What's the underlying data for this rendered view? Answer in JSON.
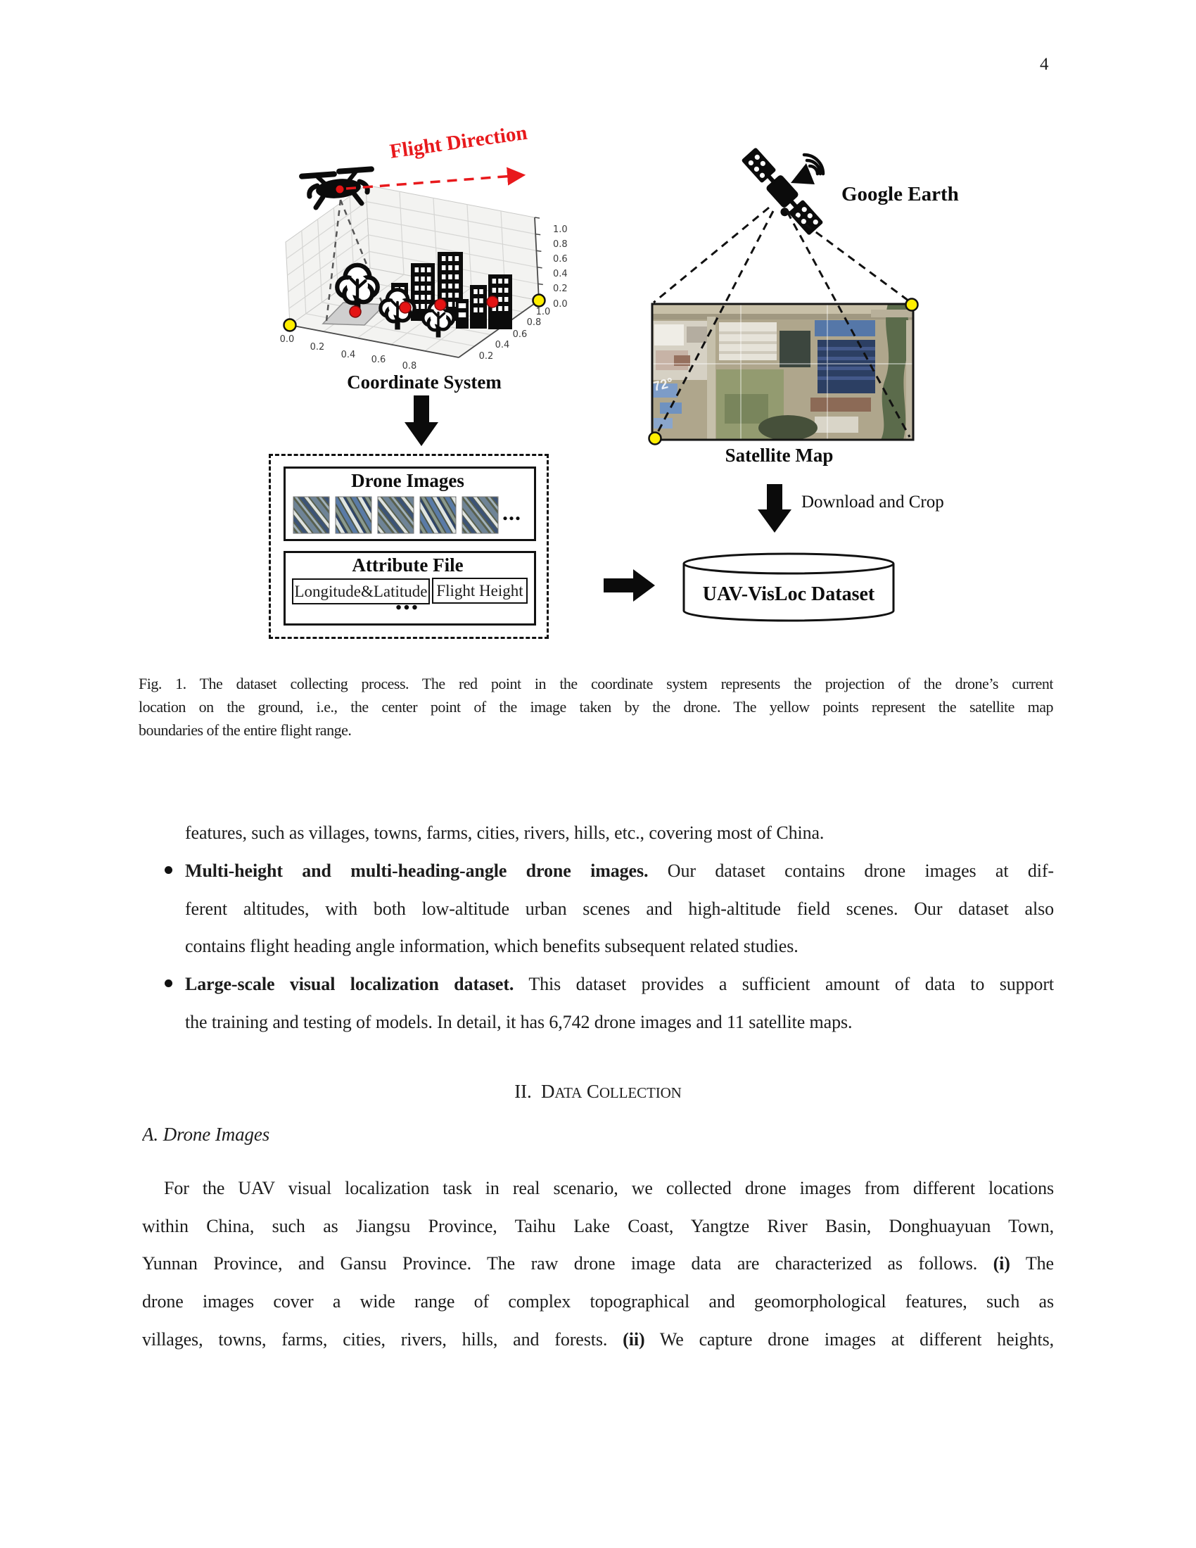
{
  "page_number": "4",
  "figure": {
    "flight_direction": "Flight Direction",
    "coordinate_system": "Coordinate System",
    "google_earth": "Google Earth",
    "satellite_map": "Satellite Map",
    "download_and_crop": "Download and Crop",
    "dataset_name": "UAV-VisLoc Dataset",
    "map_watermark": "72°",
    "drone_images": {
      "title": "Drone Images",
      "more": "..."
    },
    "attribute_file": {
      "title": "Attribute File",
      "field_longitude_latitude": "Longitude&Latitude",
      "field_flight_height": "Flight Height",
      "more": "•••"
    },
    "axes": {
      "x_ticks": [
        "0.0",
        "0.2",
        "0.4",
        "0.6",
        "0.8"
      ],
      "y_ticks": [
        "0.2",
        "0.4",
        "0.6",
        "0.8",
        "1.0"
      ],
      "z_ticks": [
        "0.0",
        "0.2",
        "0.4",
        "0.6",
        "0.8",
        "1.0"
      ]
    },
    "colors": {
      "accent_red": "#e8191c",
      "point_red": "#e41414",
      "point_yellow": "#ffee00"
    }
  },
  "caption": {
    "lines": [
      "Fig. 1.  The dataset collecting process. The red point in the coordinate system represents the projection of the drone’s current",
      "location on the ground, i.e., the center point of the image taken by the drone. The yellow points represent the satellite map",
      "boundaries of the entire flight range."
    ]
  },
  "content": {
    "bullet_cont": "features, such as villages, towns, farms, cities, rivers, hills, etc., covering most of China.",
    "bullets": [
      {
        "bold": "Multi-height and multi-heading-angle drone images.",
        "rest": " Our dataset contains drone images at dif-",
        "line2": "ferent altitudes, with both low-altitude urban scenes and high-altitude field scenes. Our dataset also",
        "line3": "contains flight heading angle information, which benefits subsequent related studies."
      },
      {
        "bold": "Large-scale visual localization dataset.",
        "rest": " This dataset provides a sufficient amount of data to support",
        "line2": "the training and testing of models. In detail, it has 6,742 drone images and 11 satellite maps.",
        "line3": ""
      }
    ],
    "section_heading": {
      "num": "II.",
      "w1cap": "D",
      "w1rest": "ATA",
      "w2cap": "C",
      "w2rest": "OLLECTION"
    },
    "subsection_heading": "A. Drone Images",
    "paragraph": {
      "l1": "For the UAV visual localization task in real scenario, we collected drone images from different locations",
      "l2": "within China, such as Jiangsu Province, Taihu Lake Coast, Yangtze River Basin, Donghuayuan Town,",
      "l3_pre": "Yunnan Province, and Gansu Province. The raw drone image data are characterized as follows. ",
      "l3_bold": "(i)",
      "l3_post": " The",
      "l4": "drone images cover a wide range of complex topographical and geomorphological features, such as",
      "l5_pre": "villages, towns, farms, cities, rivers, hills, and forests. ",
      "l5_bold": "(ii)",
      "l5_post": " We capture drone images at different heights,"
    }
  }
}
